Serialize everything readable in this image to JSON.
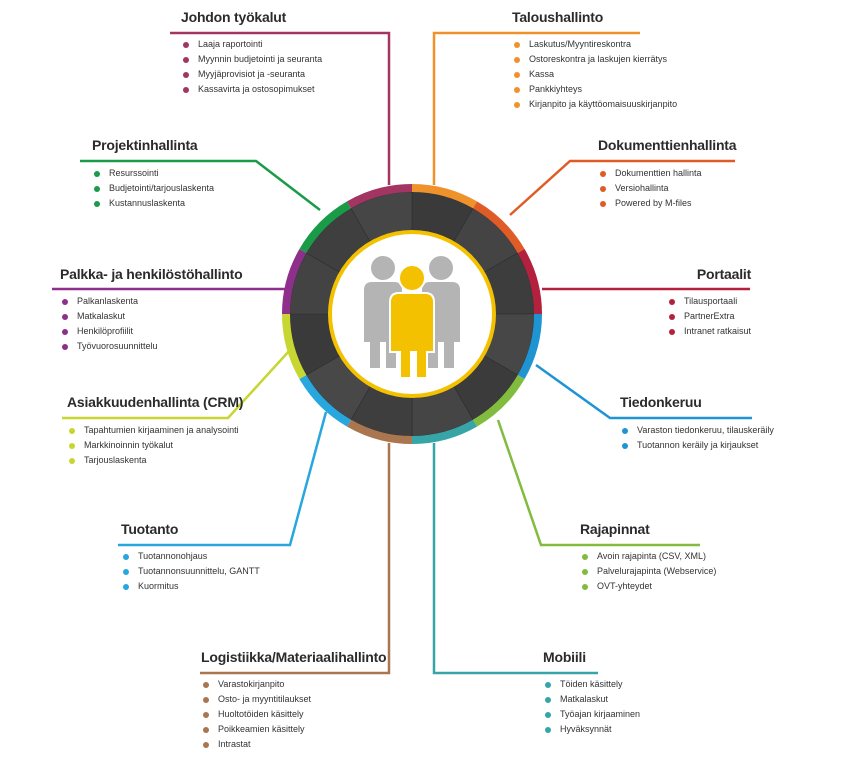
{
  "modules": [
    {
      "id": "johdon",
      "title": "Johdon työkalut",
      "color": "#a23561",
      "items": [
        "Laaja raportointi",
        "Myynnin budjetointi ja seuranta",
        "Myyjäprovisiot ja -seuranta",
        "Kassavirta ja ostosopimukset"
      ]
    },
    {
      "id": "talous",
      "title": "Taloushallinto",
      "color": "#f0922c",
      "items": [
        "Laskutus/Myyntireskontra",
        "Ostoreskontra ja laskujen kierrätys",
        "Kassa",
        "Pankkiyhteys",
        "Kirjanpito ja käyttöomaisuuskirjanpito"
      ]
    },
    {
      "id": "projekti",
      "title": "Projektinhallinta",
      "color": "#1a9b48",
      "items": [
        "Resurssointi",
        "Budjetointi/tarjouslaskenta",
        "Kustannuslaskenta"
      ]
    },
    {
      "id": "dokumentti",
      "title": "Dokumenttienhallinta",
      "color": "#e05c27",
      "items": [
        "Dokumenttien hallinta",
        "Versiohallinta",
        "Powered by M-files"
      ]
    },
    {
      "id": "palkka",
      "title": "Palkka- ja henkilöstöhallinto",
      "color": "#8e2f8c",
      "items": [
        "Palkanlaskenta",
        "Matkalaskut",
        "Henkilöprofiilit",
        "Työvuorosuunnittelu"
      ]
    },
    {
      "id": "portaalit",
      "title": "Portaalit",
      "color": "#b3213f",
      "items": [
        "Tilausportaali",
        "PartnerExtra",
        "Intranet ratkaisut"
      ]
    },
    {
      "id": "crm",
      "title": "Asiakkuudenhallinta (CRM)",
      "color": "#c7d631",
      "items": [
        "Tapahtumien kirjaaminen ja analysointi",
        "Markkinoinnin työkalut",
        "Tarjouslaskenta"
      ]
    },
    {
      "id": "tiedon",
      "title": "Tiedonkeruu",
      "color": "#1f94d2",
      "items": [
        "Varaston tiedonkeruu, tilauskeräily",
        "Tuotannon keräily ja kirjaukset"
      ]
    },
    {
      "id": "tuotanto",
      "title": "Tuotanto",
      "color": "#27a7dd",
      "items": [
        "Tuotannonohjaus",
        "Tuotannonsuunnittelu, GANTT",
        "Kuormitus"
      ]
    },
    {
      "id": "raja",
      "title": "Rajapinnat",
      "color": "#82bc3f",
      "items": [
        "Avoin rajapinta (CSV, XML)",
        "Palvelurajapinta (Webservice)",
        "OVT-yhteydet"
      ]
    },
    {
      "id": "logistiikka",
      "title": "Logistiikka/Materiaalihallinto",
      "color": "#a97650",
      "items": [
        "Varastokirjanpito",
        "Osto- ja myyntitilaukset",
        "Huoltotöiden käsittely",
        "Poikkeamien käsittely",
        "Intrastat"
      ]
    },
    {
      "id": "mobiili",
      "title": "Mobiili",
      "color": "#37a4a8",
      "items": [
        "Töiden käsittely",
        "Matkalaskut",
        "Työajan kirjaaminen",
        "Hyväksynnät"
      ]
    }
  ],
  "hub": {
    "icon": "people-group-icon",
    "person_front": "#f4c100",
    "person_back": "#b4b4b4",
    "ring_outline": "#f4c100",
    "wheel_dark": "#3c3c3c"
  }
}
